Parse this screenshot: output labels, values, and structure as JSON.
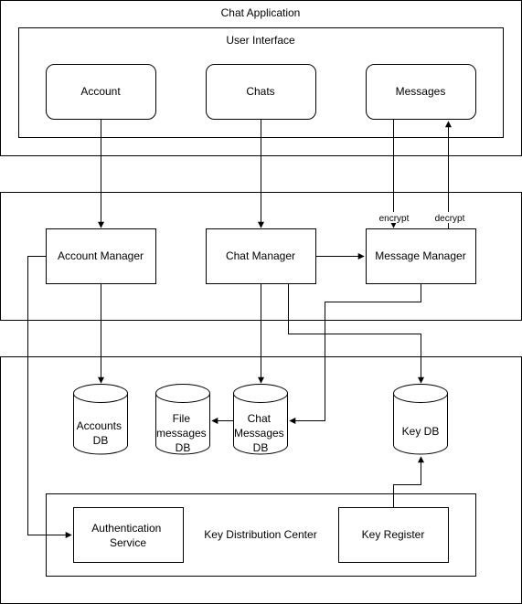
{
  "containers": {
    "chat_application": "Chat Application",
    "user_interface": "User Interface",
    "key_distribution_center": "Key Distribution Center"
  },
  "ui": {
    "account": "Account",
    "chats": "Chats",
    "messages": "Messages"
  },
  "managers": {
    "account_manager": "Account Manager",
    "chat_manager": "Chat Manager",
    "message_manager": "Message Manager"
  },
  "databases": {
    "accounts_db": [
      "Accounts",
      "DB"
    ],
    "file_messages_db": [
      "File",
      "messages",
      "DB"
    ],
    "chat_messages_db": [
      "Chat",
      "Messages",
      "DB"
    ],
    "key_db": [
      "Key DB"
    ]
  },
  "services": {
    "authentication_service": [
      "Authentication",
      "Service"
    ],
    "key_register": "Key Register"
  },
  "edge_labels": {
    "encrypt": "encrypt",
    "decrypt": "decrypt"
  }
}
